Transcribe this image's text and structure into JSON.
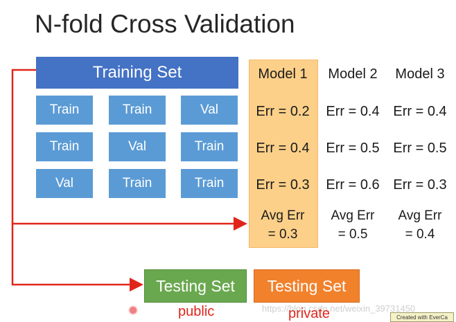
{
  "title": "N-fold Cross Validation",
  "training_set": "Training Set",
  "folds": [
    [
      "Train",
      "Train",
      "Val"
    ],
    [
      "Train",
      "Val",
      "Train"
    ],
    [
      "Val",
      "Train",
      "Train"
    ]
  ],
  "models": [
    {
      "name": "Model 1",
      "errs": [
        "Err = 0.2",
        "Err = 0.4",
        "Err = 0.3"
      ],
      "avg_line1": "Avg Err",
      "avg_line2": "= 0.3"
    },
    {
      "name": "Model 2",
      "errs": [
        "Err = 0.4",
        "Err = 0.5",
        "Err = 0.6"
      ],
      "avg_line1": "Avg Err",
      "avg_line2": "= 0.5"
    },
    {
      "name": "Model 3",
      "errs": [
        "Err = 0.4",
        "Err = 0.5",
        "Err = 0.3"
      ],
      "avg_line1": "Avg Err",
      "avg_line2": "= 0.4"
    }
  ],
  "testing": [
    {
      "label": "Testing Set",
      "caption": "public"
    },
    {
      "label": "Testing Set",
      "caption": "private"
    }
  ],
  "watermark": "https://blog.csdn.net/weixin_39731450",
  "badge": "Created with EverCa",
  "colors": {
    "training": "#4472c4",
    "cell": "#5b9bd5",
    "highlight": "#fdd089",
    "public_test": "#6aa84f",
    "private_test": "#f2812c",
    "arrow": "#e0261b"
  }
}
